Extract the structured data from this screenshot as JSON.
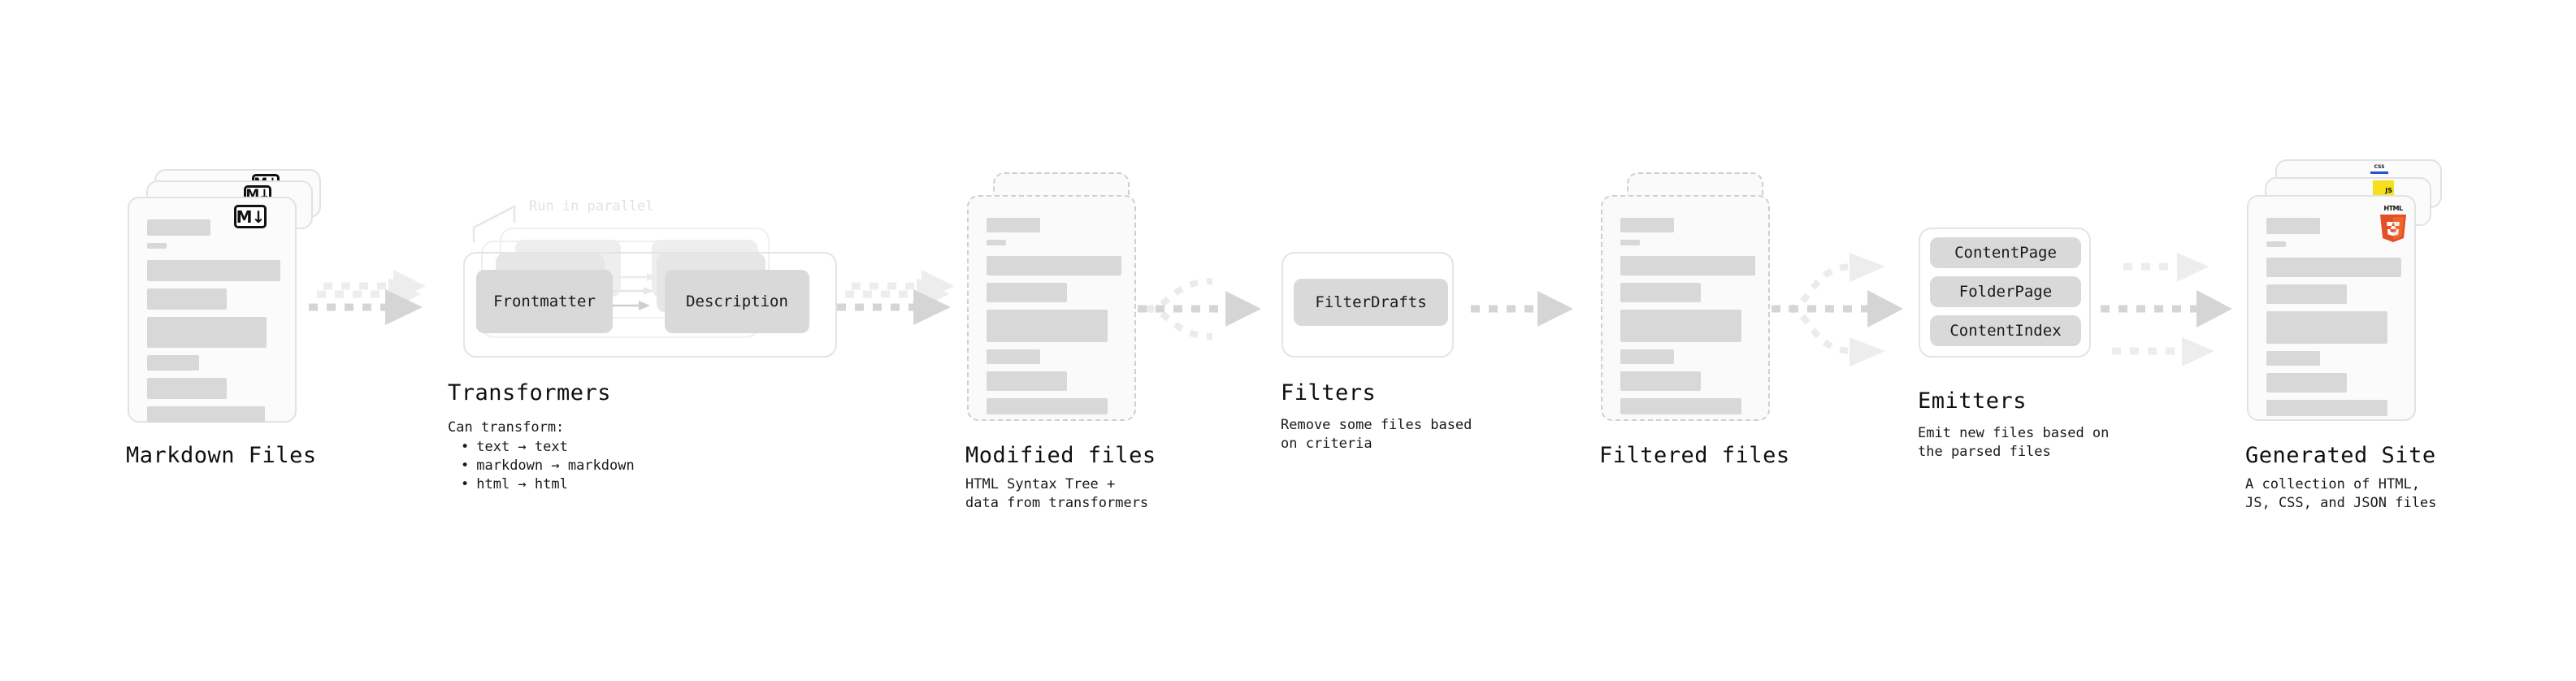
{
  "diagram": {
    "title_font_note": "monospace",
    "accent_colors": {
      "bar": "#d8d8d8",
      "pill": "#d9d9d9",
      "outline": "#e4e4e4",
      "dashed_outline": "#cfcfcf",
      "arrow_strong": "#d5d5d5",
      "arrow_weak": "#ededed",
      "annotation_text": "#e2e2e2",
      "css_blue": "#264de4",
      "js_yellow": "#f7df1e",
      "html5_orange": "#e34f26",
      "html5_orange_dark": "#ef652a"
    },
    "stages": [
      {
        "id": "markdown-files",
        "title": "Markdown Files",
        "subtitle": "",
        "badge": "markdown-icon",
        "badge_text": "M↓",
        "stack_count": 3,
        "kind": "document-stack"
      },
      {
        "id": "transformers",
        "title": "Transformers",
        "annotation": "Run in parallel",
        "bullets_label": "Can transform:",
        "bullets": [
          "text → text",
          "markdown → markdown",
          "html → html"
        ],
        "stack_count": 3,
        "kind": "group-stack",
        "pills": [
          "Frontmatter",
          "Description"
        ]
      },
      {
        "id": "modified-files",
        "title": "Modified files",
        "subtitle": "HTML Syntax Tree +\ndata from transformers",
        "stack_count": 2,
        "kind": "document-stack-dashed"
      },
      {
        "id": "filters",
        "title": "Filters",
        "subtitle": "Remove some files based\non criteria",
        "kind": "group",
        "pills": [
          "FilterDrafts"
        ]
      },
      {
        "id": "filtered-files",
        "title": "Filtered files",
        "subtitle": "",
        "stack_count": 2,
        "kind": "document-stack-dashed"
      },
      {
        "id": "emitters",
        "title": "Emitters",
        "subtitle": "Emit new files based on\nthe parsed files",
        "kind": "group",
        "pills": [
          "ContentPage",
          "FolderPage",
          "ContentIndex"
        ]
      },
      {
        "id": "generated-site",
        "title": "Generated Site",
        "subtitle": "A collection of HTML,\nJS, CSS, and JSON files",
        "stack_count": 3,
        "kind": "document-stack",
        "badges": [
          "css-icon",
          "js-icon",
          "html5-icon"
        ],
        "badge_texts": {
          "css": "CSS",
          "js": "JS",
          "html5": "HTML"
        }
      }
    ],
    "connectors": [
      {
        "id": "md-to-transformers",
        "style": "triple-dashed-arrow"
      },
      {
        "id": "transformers-to-modified",
        "style": "triple-dashed-arrow"
      },
      {
        "id": "modified-to-filters",
        "style": "merge-dashed-arrow"
      },
      {
        "id": "filters-to-filtered",
        "style": "single-dashed-arrow"
      },
      {
        "id": "filtered-to-emitters",
        "style": "fan-out-dashed-arrow"
      },
      {
        "id": "emitters-to-site",
        "style": "triple-parallel-dashed-arrow"
      }
    ]
  }
}
